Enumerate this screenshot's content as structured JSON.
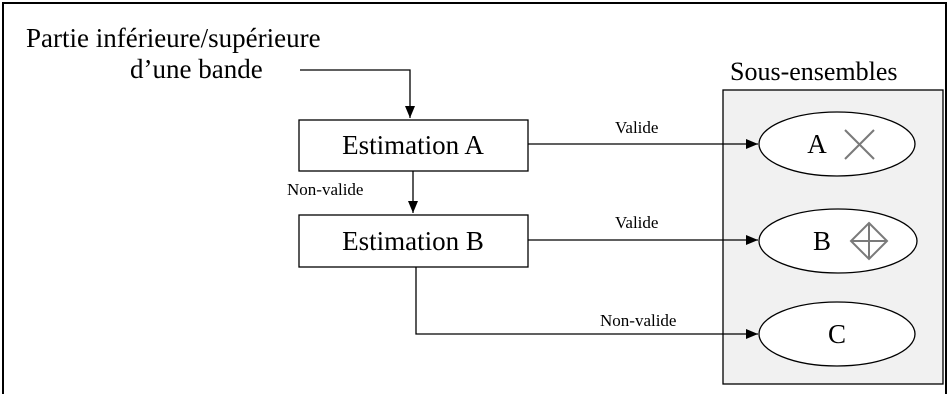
{
  "input_label": {
    "line1": "Partie inférieure/supérieure",
    "line2": "d’une bande"
  },
  "boxes": {
    "estimation_a": "Estimation A",
    "estimation_b": "Estimation B"
  },
  "edges": {
    "a_valide": "Valide",
    "a_non_valide": "Non-valide",
    "b_valide": "Valide",
    "b_non_valide": "Non-valide"
  },
  "subsets": {
    "title": "Sous-ensembles",
    "a": {
      "label": "A",
      "marker_icon": "cross-icon"
    },
    "b": {
      "label": "B",
      "marker_icon": "crossed-diamond-icon"
    },
    "c": {
      "label": "C"
    }
  },
  "colors": {
    "subset_panel_fill": "#f1f1f1",
    "marker_stroke": "#7a7a7a"
  }
}
